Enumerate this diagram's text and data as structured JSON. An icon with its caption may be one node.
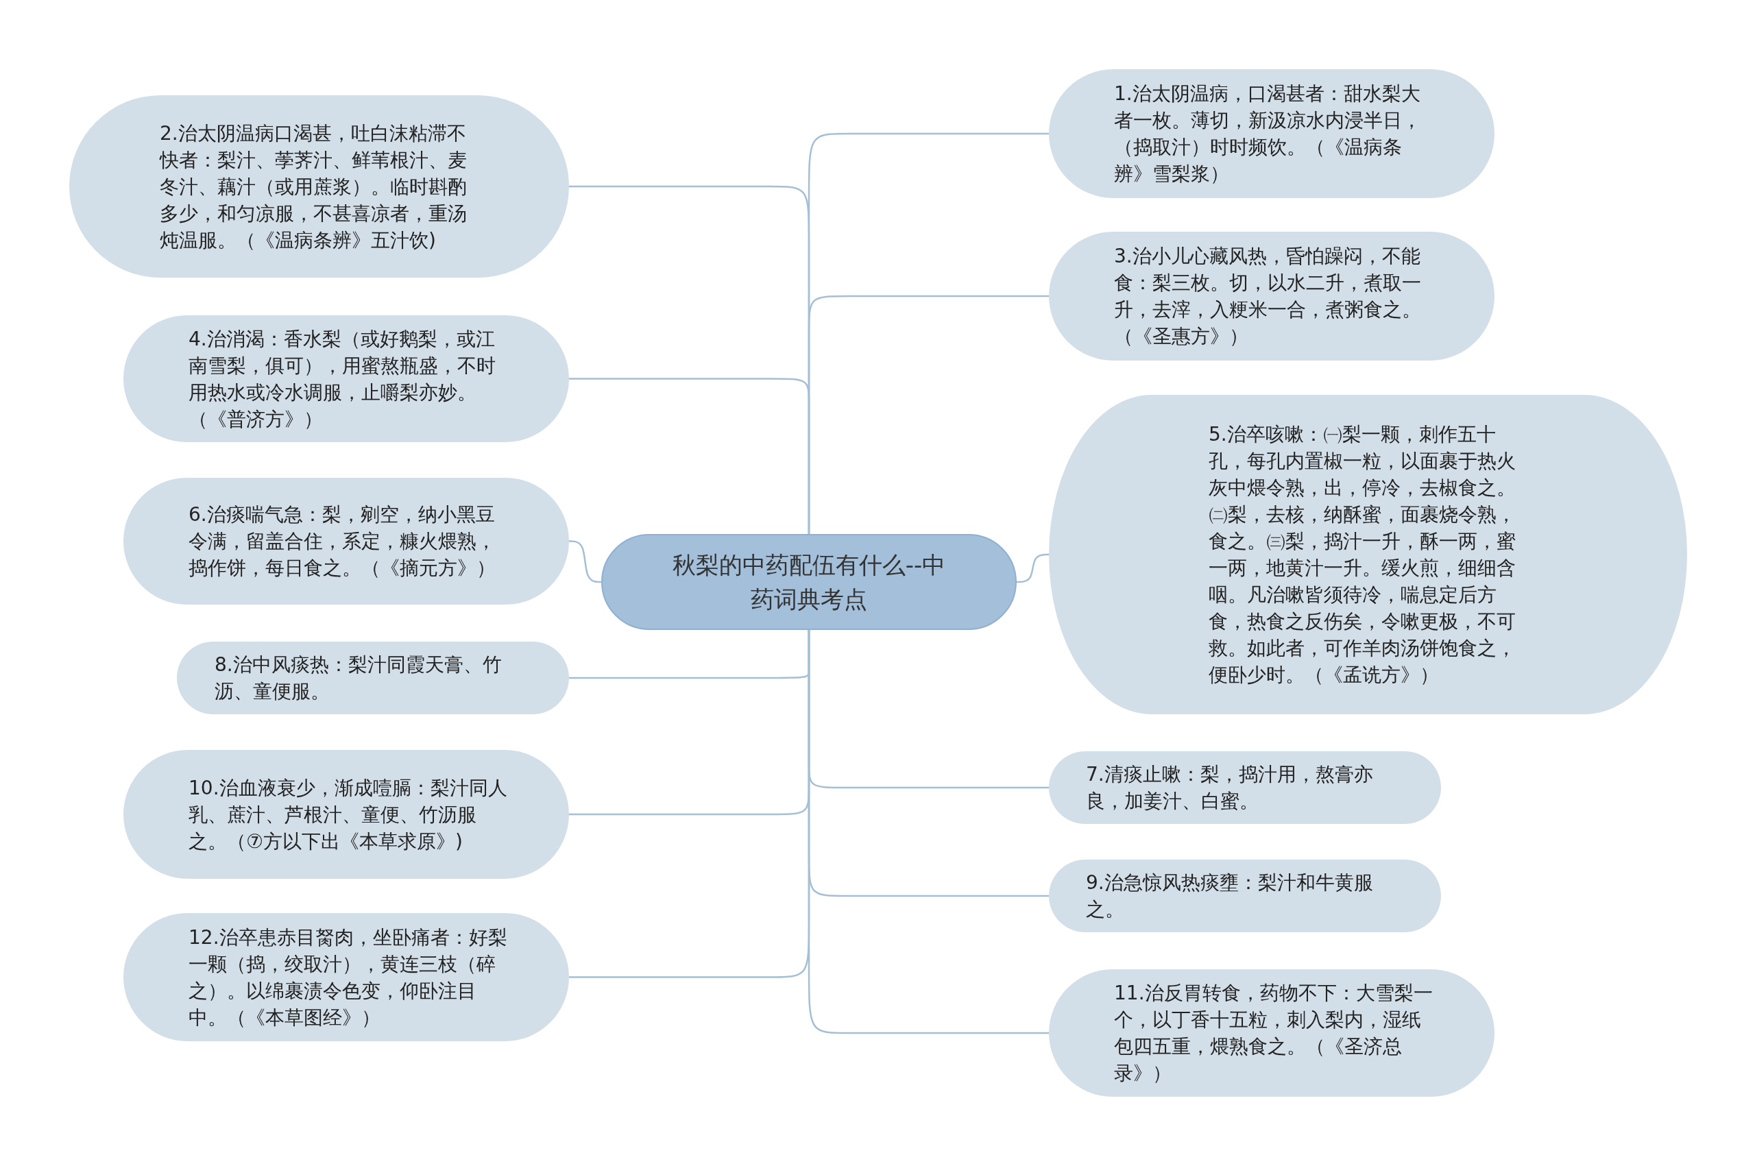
{
  "diagram": {
    "nodes": [
      {
        "text": [
          "秋梨的中药配伍有什么--中药词典考点"
        ]
      },
      {
        "text": [
          "1.治太阴温病，口渴甚者：甜水梨大者一枚。薄切，新汲凉水内浸半日，（捣取汁）时时频饮。（《温病条辨》雪梨浆）"
        ]
      },
      {
        "text": [
          "2.治太阴温病口渴甚，吐白沫粘滞不快者：梨汁、荸荠汁、鲜苇根汁、麦冬汁、藕汁（或用蔗浆）。临时斟酌多少，和匀凉服，不甚喜凉者，重汤炖温服。（《温病条辨》五汁饮)"
        ]
      },
      {
        "text": [
          "3.治小儿心藏风热，昏怕躁闷，不能食：梨三枚。切，以水二升，煮取一升，去滓，入粳米一合，煮粥食之。（《圣惠方》）"
        ]
      },
      {
        "text": [
          "4.治消渴：香水梨（或好鹅梨，或江南雪梨，俱可），用蜜熬瓶盛，不时用热水或冷水调服，止嚼梨亦妙。（《普济方》）"
        ]
      },
      {
        "text": [
          "5.治卒咳嗽：㈠梨一颗，刺作五十孔，每孔内置椒一粒，以面裹于热火灰中煨令熟，出，停冷，去椒食之。㈡梨，去核，纳酥蜜，面裹烧令熟，食之。㈢梨，捣汁一升，酥一两，蜜一两，地黄汁一升。缓火煎，细细含咽。凡治嗽皆须待冷，喘息定后方食，热食之反伤矣，令嗽更极，不可救。如此者，可作羊肉汤饼饱食之，便卧少时。（《孟诜方》）"
        ]
      },
      {
        "text": [
          "6.治痰喘气急：梨，剜空，纳小黑豆令满，留盖合住，系定，糠火煨熟，捣作饼，每日食之。（《摘元方》）"
        ]
      },
      {
        "text": [
          "7.清痰止嗽：梨，捣汁用，熬膏亦良，加姜汁、白蜜。"
        ]
      },
      {
        "text": [
          "8.治中风痰热：梨汁同霞天膏、竹沥、童便服。"
        ]
      },
      {
        "text": [
          "9.治急惊风热痰壅：梨汁和牛黄服之。"
        ]
      },
      {
        "text": [
          "10.治血液衰少，渐成噎膈：梨汁同人乳、蔗汁、芦根汁、童便、竹沥服之。（⑦方以下出《本草求原》)"
        ]
      },
      {
        "text": [
          "11.治反胃转食，药物不下：大雪梨一个，以丁香十五粒，刺入梨内，湿纸包四五重，煨熟食之。（《圣济总录》）"
        ]
      },
      {
        "text": [
          "12.治卒患赤目胬肉，坐卧痛者：好梨一颗（捣，绞取汁），黄连三枝（碎之）。以绵裹渍令色变，仰卧注目中。（《本草图经》）"
        ]
      }
    ],
    "edges": [
      {
        "from": 0,
        "to": 1,
        "arrow": "none"
      },
      {
        "from": 0,
        "to": 2,
        "arrow": "none"
      },
      {
        "from": 0,
        "to": 3,
        "arrow": "none"
      },
      {
        "from": 0,
        "to": 4,
        "arrow": "none"
      },
      {
        "from": 0,
        "to": 5,
        "arrow": "none"
      },
      {
        "from": 0,
        "to": 6,
        "arrow": "none"
      },
      {
        "from": 0,
        "to": 7,
        "arrow": "none"
      },
      {
        "from": 0,
        "to": 8,
        "arrow": "none"
      },
      {
        "from": 0,
        "to": 9,
        "arrow": "none"
      },
      {
        "from": 0,
        "to": 10,
        "arrow": "none"
      },
      {
        "from": 0,
        "to": 11,
        "arrow": "none"
      },
      {
        "from": 0,
        "to": 12,
        "arrow": "none"
      }
    ]
  }
}
